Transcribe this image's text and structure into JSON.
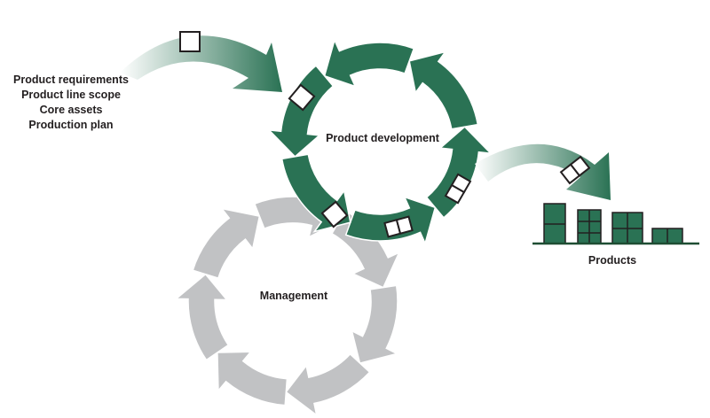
{
  "inputs": {
    "lines": [
      "Product requirements",
      "Product line scope",
      "Core assets",
      "Production plan"
    ]
  },
  "cycles": {
    "product_development": {
      "label": "Product development",
      "color": "#2a7254"
    },
    "management": {
      "label": "Management",
      "color": "#c1c2c4"
    }
  },
  "outputs": {
    "label": "Products",
    "color": "#2a7254"
  },
  "colors": {
    "green": "#2a7254",
    "gray": "#c1c2c4",
    "text": "#231f20"
  }
}
